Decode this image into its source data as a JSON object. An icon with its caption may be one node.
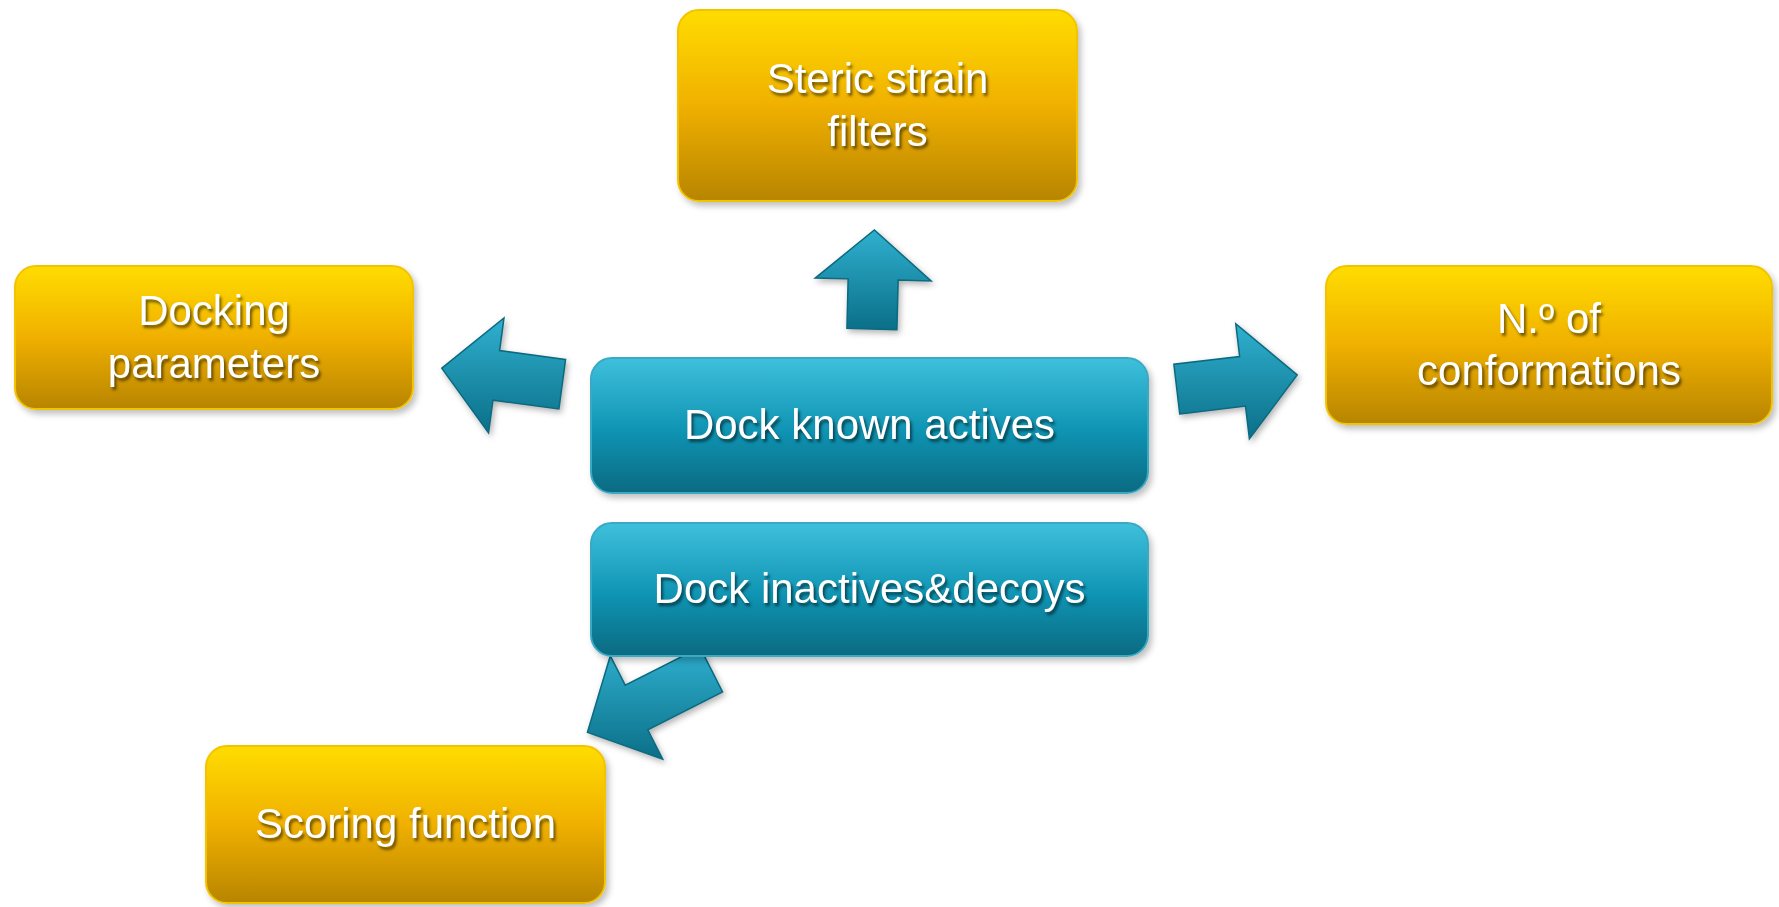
{
  "diagram": {
    "nodes": [
      {
        "text": [
          "Steric strain filters"
        ]
      },
      {
        "text": [
          "Docking parameters"
        ]
      },
      {
        "text": [
          "N.º of conformations"
        ]
      },
      {
        "text": [
          "Dock known actives"
        ]
      },
      {
        "text": [
          "Dock inactives&decoys"
        ]
      },
      {
        "text": [
          "Scoring function"
        ]
      }
    ],
    "edges": [
      {
        "from": 3,
        "to": 0,
        "arrow": "to"
      },
      {
        "from": 3,
        "to": 1,
        "arrow": "to"
      },
      {
        "from": 3,
        "to": 2,
        "arrow": "to"
      },
      {
        "from": 4,
        "to": 5,
        "arrow": "to"
      }
    ]
  }
}
